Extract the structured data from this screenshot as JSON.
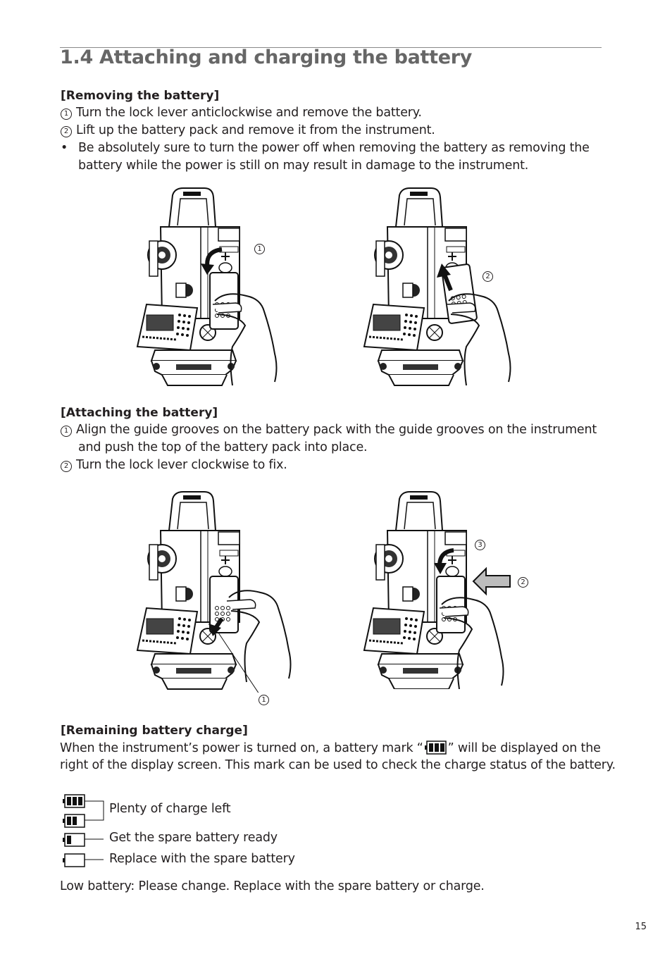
{
  "title": "1.4 Attaching and charging the battery",
  "removing": {
    "heading": "[Removing the battery]",
    "step1_num": "1",
    "step1": "Turn the lock lever anticlockwise and remove the battery.",
    "step2_num": "2",
    "step2": "Lift up the battery pack and remove it from the instrument.",
    "bullet": "•",
    "note_line1": "Be absolutely sure to turn the power off when removing the battery as removing the",
    "note_line2": "battery while the power is still on may result in damage to the instrument.",
    "fig1_callout": "1",
    "fig2_callout": "2"
  },
  "attaching": {
    "heading": "[Attaching the battery]",
    "step1_num": "1",
    "step1_line1": "Align the guide grooves on the battery pack with the guide grooves on the instrument",
    "step1_line2": "and push the top of the battery pack into place.",
    "step2_num": "2",
    "step2": "Turn the lock lever clockwise to fix.",
    "fig3_callout": "1",
    "fig4_callout_a": "3",
    "fig4_callout_b": "2"
  },
  "remaining": {
    "heading": "[Remaining battery charge]",
    "para_line1_a": "When the instrument’s power is turned on, a battery mark “",
    "para_line1_b": "” will be displayed on the",
    "para_line2": "right of the display screen. This mark can be used to check the charge status of the battery.",
    "legend": [
      {
        "label": "Plenty of charge left",
        "levels": [
          3,
          2
        ]
      },
      {
        "label": "Get the spare battery ready",
        "levels": [
          1
        ]
      },
      {
        "label": "Replace with the spare battery",
        "levels": [
          0
        ]
      }
    ],
    "low_battery": "Low battery: Please change. Replace with the spare battery or charge."
  },
  "page_number": "15",
  "colors": {
    "title": "#666666",
    "text": "#231f20",
    "rule": "#8a8a8a",
    "arrow_fill": "#bdbdbd"
  }
}
